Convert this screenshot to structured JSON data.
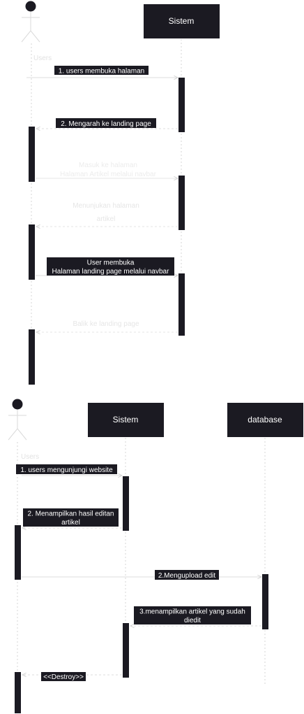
{
  "diagram1": {
    "actor": {
      "label": "Users"
    },
    "participant": {
      "label": "Sistem"
    },
    "messages": {
      "m1": "1. users membuka halaman",
      "m2": "2. Mengarah ke landing page",
      "m3a": "Masuk ke halaman",
      "m3b": "Halaman Artikel melalui navbar",
      "m4a": "Menunjukan halaman",
      "m4b": "artikel",
      "m5a": "User membuka",
      "m5b": "Halaman landing page melalui navbar",
      "m6": "Balik ke landing page"
    }
  },
  "diagram2": {
    "actor": {
      "label": "Users"
    },
    "participant_sistem": {
      "label": "Sistem"
    },
    "participant_db": {
      "label": "database"
    },
    "messages": {
      "m1": "1. users mengunjungi website",
      "m2a": "2. Menampilkan hasil editan",
      "m2b": "artikel",
      "m3": "2.Mengupload edit",
      "m4a": "3.menampilkan artikel yang sudah",
      "m4b": "diedit",
      "m5": "<<Destroy>>"
    }
  },
  "colors": {
    "box": "#1b1a22",
    "lifeline": "#d4d4d4",
    "arrow": "#dcdcdc",
    "faint_text": "#e8e8e8"
  }
}
